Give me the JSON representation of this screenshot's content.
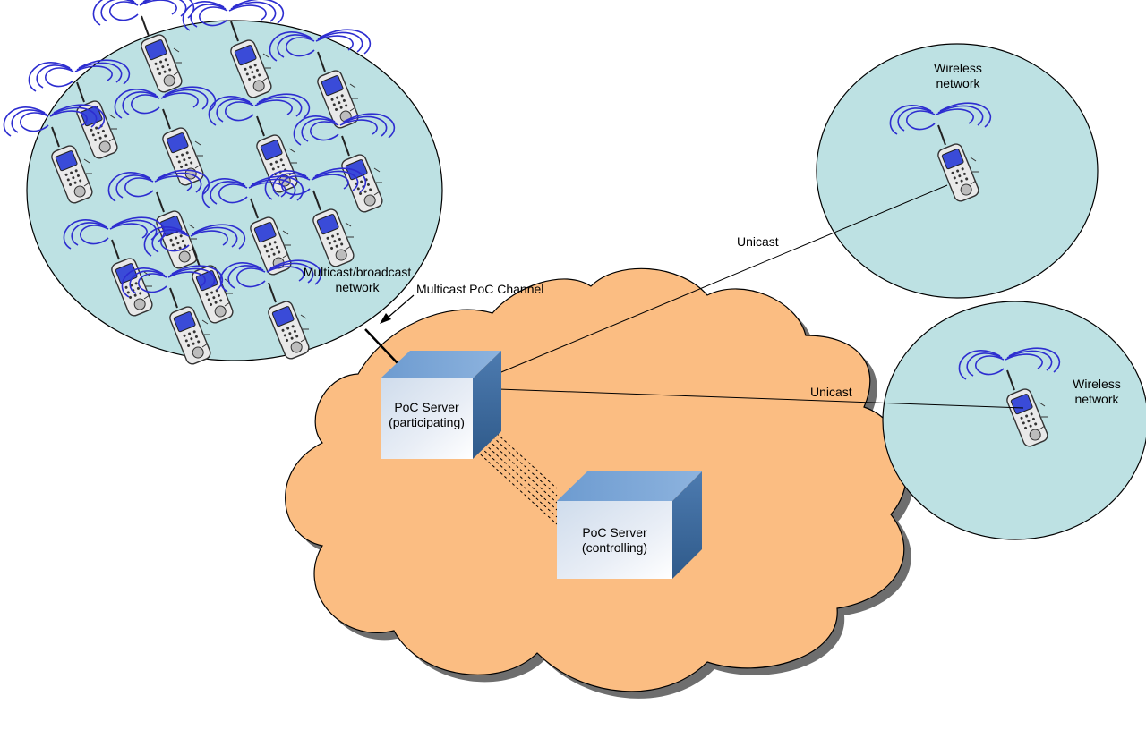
{
  "colors": {
    "cloud": "#fbbd82",
    "cloud_shadow": "#6e6e6e",
    "network": "#bde1e3",
    "server_front": "#a9c5e4",
    "server_top": "#6f9fd1",
    "server_side": "#3f6b9c",
    "phone_body": "#e6e6e6",
    "phone_screen": "#3a4bd8",
    "signal": "#2d2dd0"
  },
  "labels": {
    "multicast_network": [
      "Multicast/broadcast",
      "network"
    ],
    "multicast_channel": "Multicast PoC Channel",
    "unicast_top": "Unicast",
    "unicast_bottom": "Unicast",
    "wireless_top": [
      "Wireless",
      "network"
    ],
    "wireless_bottom": [
      "Wireless",
      "network"
    ],
    "server_participating": [
      "PoC Server",
      "(participating)"
    ],
    "server_controlling": [
      "PoC Server",
      "(controlling)"
    ]
  },
  "icons": {
    "phone": "mobile-phone-icon",
    "server": "server-box-icon",
    "cloud": "cloud-network-icon"
  }
}
